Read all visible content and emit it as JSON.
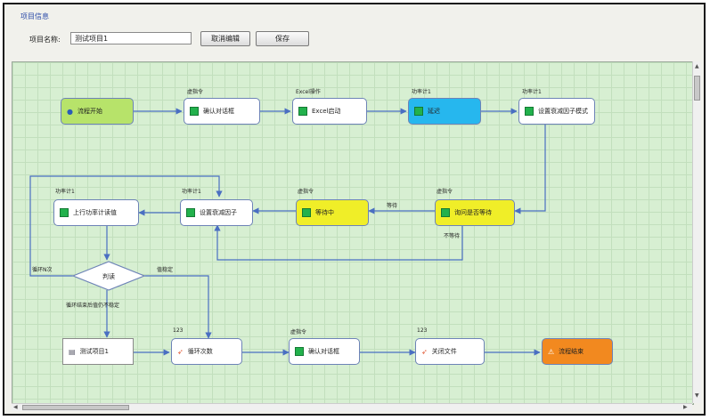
{
  "panel": {
    "title": "项目信息",
    "name_label": "项目名称:",
    "name_value": "测试项目1"
  },
  "toolbar": {
    "cancel_label": "取消编辑",
    "save_label": "保存"
  },
  "colors": {
    "lime": "#b7e36a",
    "cyan": "#26b7ee",
    "yellow": "#f0ee28",
    "orange": "#f2891f",
    "canvas": "#d7efd2",
    "edge": "#4a6fc2"
  },
  "flow": {
    "nodes": {
      "start": {
        "label": "流程开始",
        "icon": "user-icon"
      },
      "confirm1": {
        "caption": "虚指令",
        "label": "确认对话框"
      },
      "excel": {
        "caption": "Excel操作",
        "label": "Excel启动"
      },
      "delay": {
        "caption": "功率计1",
        "label": "延迟"
      },
      "set_attn_mode": {
        "caption": "功率计1",
        "label": "设置衰减因子模式"
      },
      "ask_wait": {
        "caption": "虚指令",
        "label": "询问是否等待"
      },
      "waiting": {
        "caption": "虚指令",
        "label": "等待中"
      },
      "set_attn": {
        "caption": "功率计1",
        "label": "设置衰减因子"
      },
      "read_power": {
        "caption": "功率计1",
        "label": "上行功率计读值"
      },
      "judge": {
        "label": "判读"
      },
      "test_project": {
        "label": "测试项目1",
        "icon": "document-icon"
      },
      "loop": {
        "caption": "123",
        "label": "循环次数",
        "icon": "run-icon"
      },
      "confirm2": {
        "caption": "虚指令",
        "label": "确认对话框"
      },
      "close_file": {
        "caption": "123",
        "label": "关闭文件",
        "icon": "run-icon"
      },
      "end": {
        "label": "流程结束",
        "icon": "alert-icon"
      }
    },
    "edges": {
      "wait": "等待",
      "no_wait": "不等待",
      "loop_n": "循环N次",
      "stable": "值稳定",
      "done_unstable": "循环结束后值仍不稳定"
    }
  }
}
